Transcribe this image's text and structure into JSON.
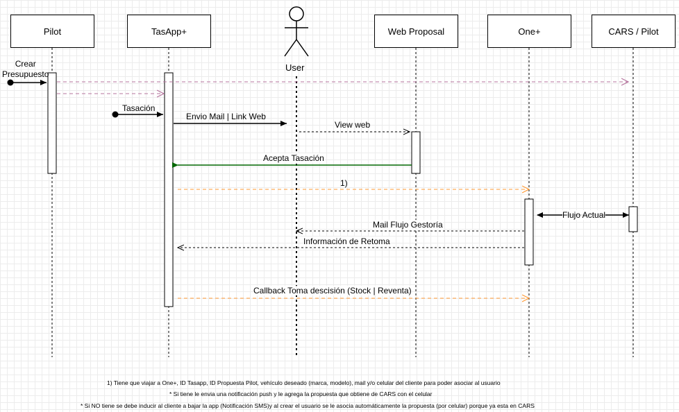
{
  "participants": {
    "pilot": "Pilot",
    "tasapp": "TasApp+",
    "user": "User",
    "web_proposal": "Web Proposal",
    "one_plus": "One+",
    "cars_pilot": "CARS / Pilot"
  },
  "messages": {
    "crear_presupuesto": "Crear\nPresupuesto",
    "tasacion": "Tasación",
    "envio_mail": "Envio Mail | Link Web",
    "view_web": "View web",
    "acepta_tasacion": "Acepta Tasación",
    "step_one": "1)",
    "flujo_actual": "Flujo Actual",
    "mail_flujo": "Mail Flujo Gestoría",
    "informacion_retoma": "Información de Retoma",
    "callback": "Callback Toma descisión (Stock | Reventa)"
  },
  "notes": [
    "1) Tiene que viajar a One+, ID Tasapp, ID Propuesta Pilot, vehículo deseado (marca, modelo), mail y/o celular del cliente para poder asociar al usuario",
    "* Si tiene le envia una notificación push y le agrega la propuesta que obtiene de CARS con el celular",
    "* Si NO tiene se debe inducir al cliente a bajar la app (Notificación SMS)y al crear el usuario se le asocia automáticamente la propuesta (por celular) porque ya esta en CARS"
  ],
  "colors": {
    "line": "#000000",
    "pink_dashed": "#b5739d",
    "green": "#006600",
    "orange": "#ff9933"
  }
}
